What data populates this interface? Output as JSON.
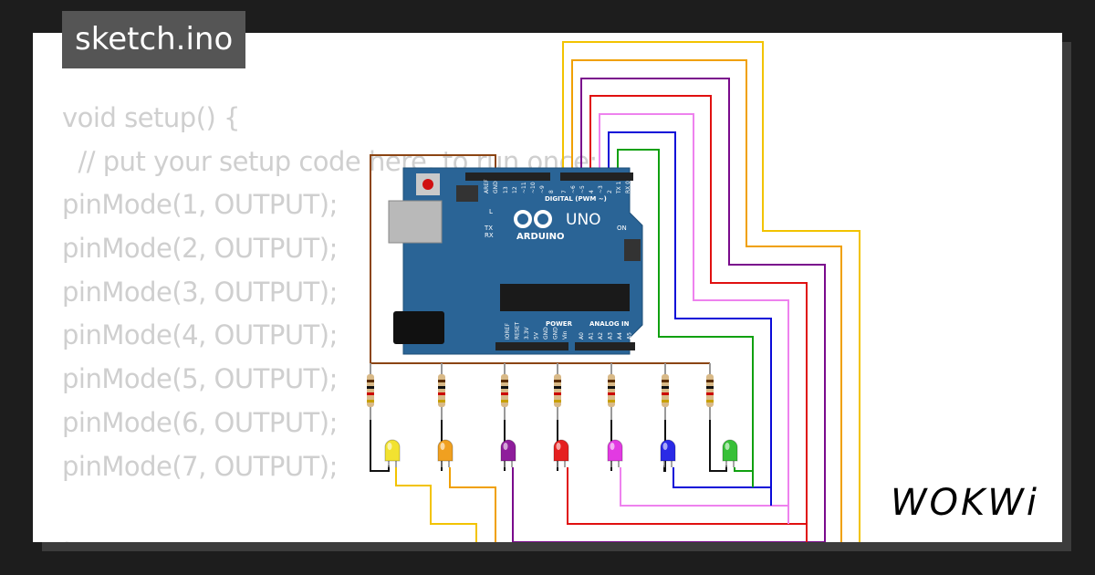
{
  "file_tab": {
    "title": "sketch.ino"
  },
  "code_lines": [
    "void setup() {",
    "  // put your setup code here, to run once:",
    "pinMode(1, OUTPUT);",
    "pinMode(2, OUTPUT);",
    "pinMode(3, OUTPUT);",
    "pinMode(4, OUTPUT);",
    "pinMode(5, OUTPUT);",
    "pinMode(6, OUTPUT);",
    "pinMode(7, OUTPUT);",
    "",
    "}"
  ],
  "board": {
    "brand": "ARDUINO",
    "model": "UNO",
    "digital_label": "DIGITAL (PWM ~)",
    "power_label": "POWER",
    "analog_label": "ANALOG IN",
    "on_label": "ON",
    "tx_label": "TX",
    "rx_label": "RX",
    "l_label": "L",
    "header_labels": [
      "AREF",
      "GND",
      "13",
      "12",
      "~11",
      "~10",
      "~9",
      "8",
      "7",
      "~6",
      "~5",
      "4",
      "~3",
      "2",
      "TX 1",
      "RX 0"
    ],
    "power_pins": [
      "IOREF",
      "RESET",
      "3.3V",
      "5V",
      "GND",
      "GND",
      "Vin"
    ],
    "analog_pins": [
      "A0",
      "A1",
      "A2",
      "A3",
      "A4",
      "A5"
    ]
  },
  "leds": [
    {
      "color": "#f2e230",
      "wire": "#f2c300"
    },
    {
      "color": "#f0a020",
      "wire": "#f0a000"
    },
    {
      "color": "#8e1d9b",
      "wire": "#7a0a8c"
    },
    {
      "color": "#e52020",
      "wire": "#e01010"
    },
    {
      "color": "#e23ae2",
      "wire": "#ee82ee"
    },
    {
      "color": "#2a2ae6",
      "wire": "#0a0ad8"
    },
    {
      "color": "#38c038",
      "wire": "#10a010"
    }
  ],
  "brand_logo": {
    "text": "WOKWi"
  }
}
